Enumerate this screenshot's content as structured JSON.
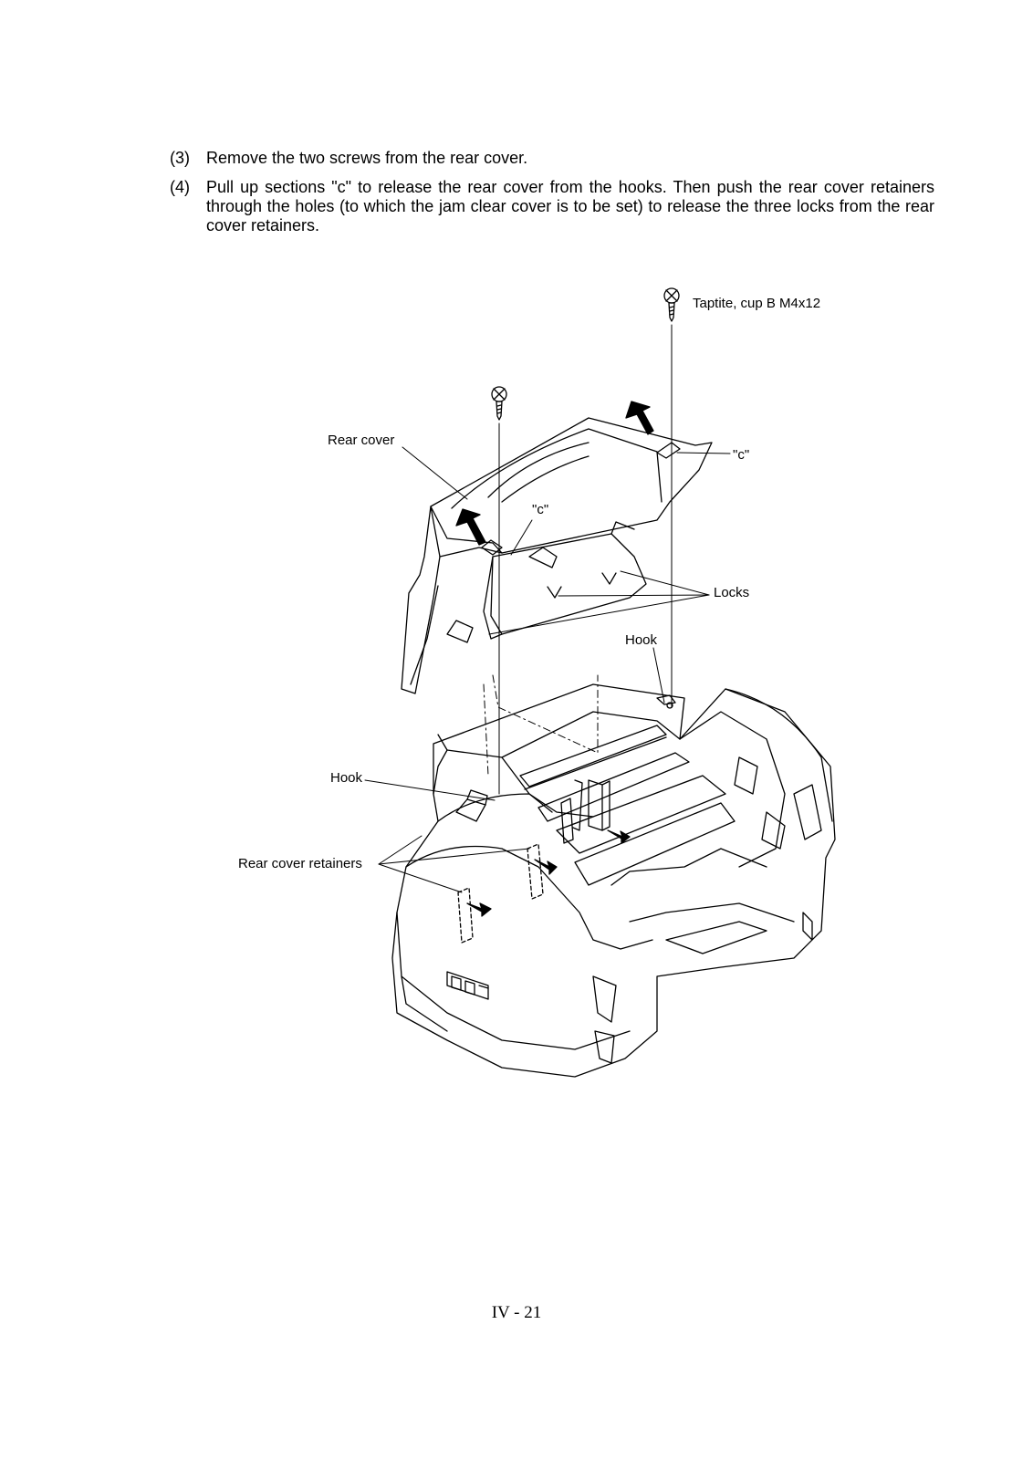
{
  "steps": [
    {
      "number": "(3)",
      "text": "Remove the two screws from the rear cover."
    },
    {
      "number": "(4)",
      "text": "Pull up sections \"c\" to release the rear cover from the hooks. Then push the rear cover retainers through the holes (to which the jam clear cover is to be set) to release the three locks from the rear cover retainers."
    }
  ],
  "figure": {
    "labels": {
      "screw": "Taptite, cup B M4x12",
      "rear_cover": "Rear cover",
      "section_c_left": "\"c\"",
      "section_c_right": "\"c\"",
      "locks": "Locks",
      "hook_upper": "Hook",
      "hook_lower": "Hook",
      "retainers": "Rear cover retainers"
    }
  },
  "page_number": "IV - 21"
}
